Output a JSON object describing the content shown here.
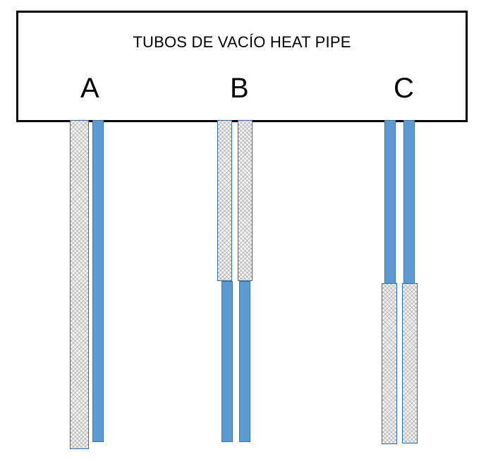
{
  "diagram": {
    "title": "TUBOS DE VACÍO HEAT PIPE",
    "groups": [
      {
        "label": "A"
      },
      {
        "label": "B"
      },
      {
        "label": "C"
      }
    ]
  },
  "colors": {
    "pipe": "#5b9bd5",
    "pipe_border": "#41719c",
    "wick_pattern": "#969696",
    "frame": "#000000"
  }
}
